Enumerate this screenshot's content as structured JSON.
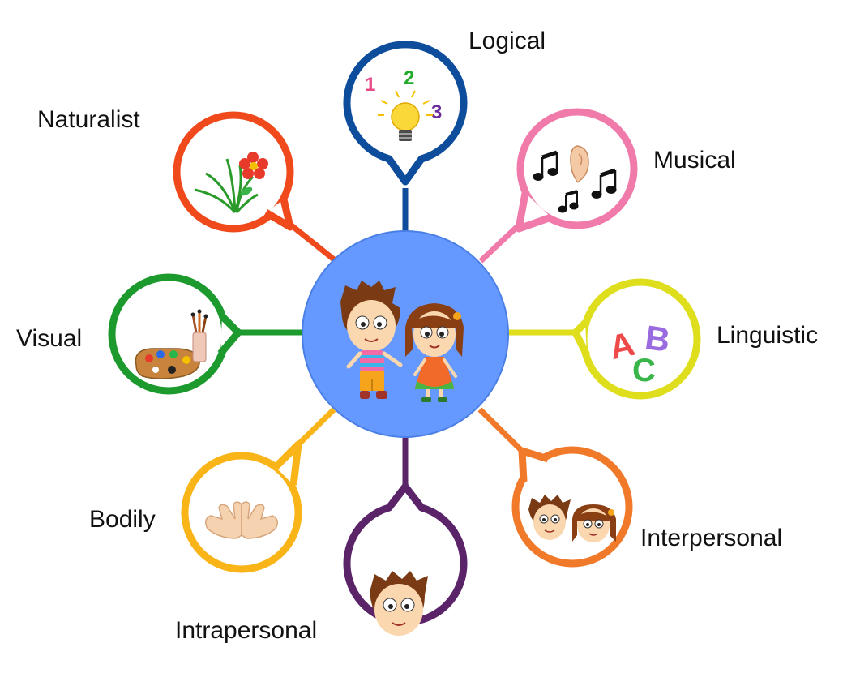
{
  "center": {
    "color": "#6699ff",
    "border": "#4a7fe6",
    "icon": "two-children-icon"
  },
  "nodes": [
    {
      "id": "logical",
      "label": "Logical",
      "color": "#0d4d9c",
      "icon": "numbers-lightbulb-icon",
      "digits": [
        "1",
        "2",
        "3"
      ]
    },
    {
      "id": "musical",
      "label": "Musical",
      "color": "#f07aa9",
      "icon": "ear-music-notes-icon"
    },
    {
      "id": "linguistic",
      "label": "Linguistic",
      "color": "#dede1d",
      "icon": "letters-abc-icon",
      "letters": [
        "A",
        "B",
        "C"
      ]
    },
    {
      "id": "interpersonal",
      "label": "Interpersonal",
      "color": "#f07a2a",
      "icon": "two-faces-icon"
    },
    {
      "id": "intrapersonal",
      "label": "Intrapersonal",
      "color": "#5b2469",
      "icon": "single-face-icon"
    },
    {
      "id": "bodily",
      "label": "Bodily",
      "color": "#f9b417",
      "icon": "hands-icon"
    },
    {
      "id": "visual",
      "label": "Visual",
      "color": "#1c9a2e",
      "icon": "paint-palette-icon"
    },
    {
      "id": "naturalist",
      "label": "Naturalist",
      "color": "#f04a1c",
      "icon": "flower-plant-icon"
    }
  ]
}
